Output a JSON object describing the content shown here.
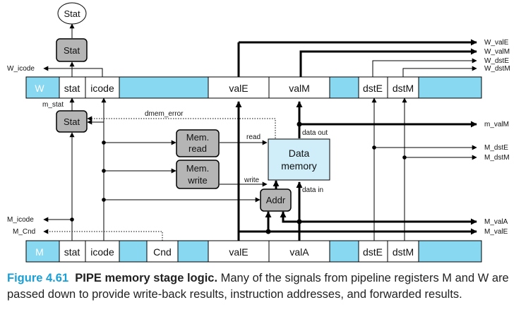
{
  "diagram": {
    "w_register": {
      "fields": [
        "W",
        "stat",
        "icode",
        "valE",
        "valM",
        "dstE",
        "dstM"
      ]
    },
    "m_register": {
      "fields": [
        "M",
        "stat",
        "icode",
        "Cnd",
        "valE",
        "valA",
        "dstE",
        "dstM"
      ]
    },
    "blocks": {
      "stat_circle": "Stat",
      "stat_w": "Stat",
      "stat_m": "Stat",
      "mem_read": [
        "Mem.",
        "read"
      ],
      "mem_write": [
        "Mem.",
        "write"
      ],
      "data_memory": [
        "Data",
        "memory"
      ],
      "addr": "Addr"
    },
    "signals": {
      "w_icode": "W_icode",
      "m_stat": "m_stat",
      "dmem_error": "dmem_error",
      "read": "read",
      "write": "write",
      "data_out": "data out",
      "data_in": "data in",
      "m_icode": "M_icode",
      "m_cnd": "M_Cnd"
    },
    "outputs_right": [
      "W_valE",
      "W_valM",
      "W_dstE",
      "W_dstM",
      "m_valM",
      "M_dstE",
      "M_dstM",
      "M_valA",
      "M_valE"
    ]
  },
  "caption": {
    "figure_number": "Figure 4.61",
    "title": "PIPE memory stage logic.",
    "body": "Many of the signals from pipeline registers M and W are passed down to provide write-back results, instruction addresses, and forwarded results."
  },
  "colors": {
    "register_fill": "#88d8f2",
    "memory_fill": "#cfeefa",
    "logic_fill": "#b5b5b5",
    "caption_accent": "#1a9fd6"
  }
}
